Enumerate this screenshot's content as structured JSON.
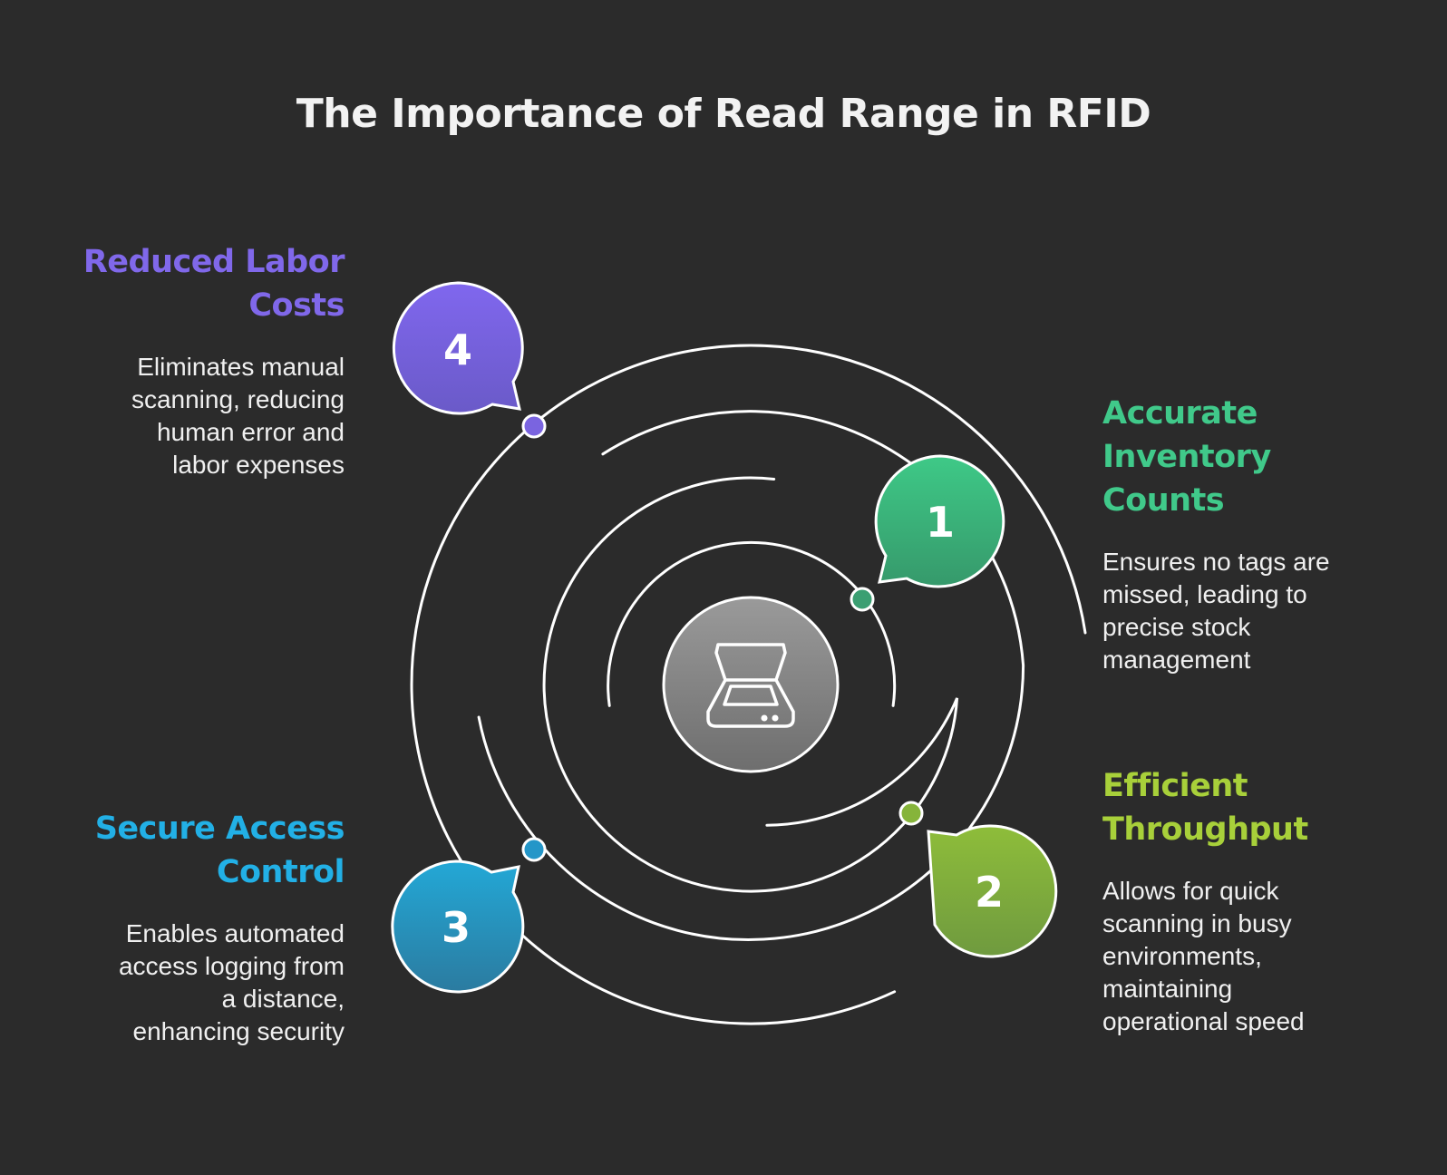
{
  "title": "The Importance of Read Range in RFID",
  "center_icon": "scanner-icon",
  "items": [
    {
      "number": "1",
      "title": "Accurate Inventory Counts",
      "title_lines": [
        "Accurate",
        "Inventory",
        "Counts"
      ],
      "description": "Ensures no tags are missed, leading to precise stock management",
      "description_lines": [
        "Ensures no tags are",
        "missed, leading to",
        "precise stock",
        "management"
      ],
      "color": "#40c98a"
    },
    {
      "number": "2",
      "title": "Efficient Throughput",
      "title_lines": [
        "Efficient",
        "Throughput"
      ],
      "description": "Allows for quick scanning in busy environments, maintaining operational speed",
      "description_lines": [
        "Allows for quick",
        "scanning in busy",
        "environments,",
        "maintaining",
        "operational speed"
      ],
      "color": "#a8d03a"
    },
    {
      "number": "3",
      "title": "Secure Access Control",
      "title_lines": [
        "Secure Access",
        "Control"
      ],
      "description": "Enables automated access logging from a distance, enhancing security",
      "description_lines": [
        "Enables automated",
        "access logging from",
        "a distance,",
        "enhancing security"
      ],
      "color": "#22b0e6"
    },
    {
      "number": "4",
      "title": "Reduced Labor Costs",
      "title_lines": [
        "Reduced Labor",
        "Costs"
      ],
      "description": "Eliminates manual scanning, reducing human error and labor expenses",
      "description_lines": [
        "Eliminates manual",
        "scanning, reducing",
        "human error and",
        "labor expenses"
      ],
      "color": "#8068ea"
    }
  ]
}
